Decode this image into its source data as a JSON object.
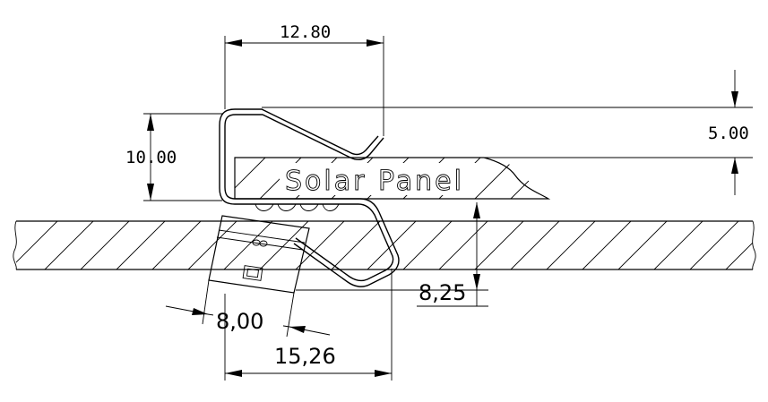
{
  "drawing": {
    "panel_label": "Solar Panel",
    "dimensions": {
      "top_width": "12.80",
      "right_gap": "5.00",
      "left_height": "10.00",
      "rail_offset": "8,25",
      "clip_width": "8,00",
      "bottom_width": "15,26"
    }
  }
}
